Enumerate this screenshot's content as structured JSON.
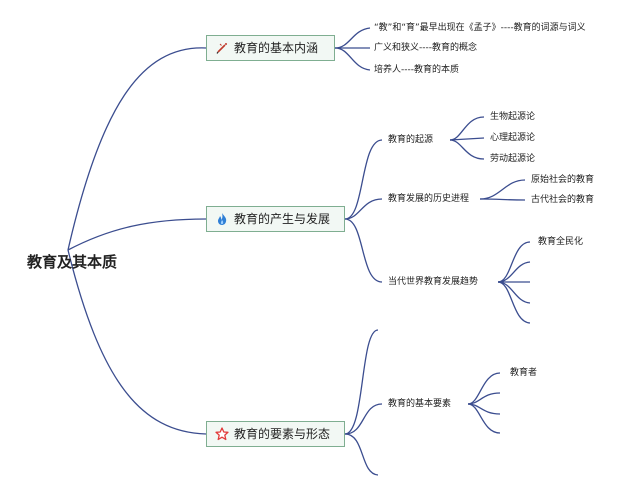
{
  "root": {
    "label": "教育及其本质"
  },
  "branches": [
    {
      "label": "教育的基本内涵",
      "icon": "pencil-icon",
      "children": [
        "“教”和“育”最早出现在《孟子》----教育的词源与词义",
        "广义和狭义----教育的概念",
        "培养人----教育的本质"
      ]
    },
    {
      "label": "教育的产生与发展",
      "icon": "fire-icon",
      "children": [
        {
          "label": "教育的起源",
          "children": [
            "生物起源论",
            "心理起源论",
            "劳动起源论"
          ]
        },
        {
          "label": "教育发展的历史进程",
          "children": [
            "原始社会的教育",
            "古代社会的教育"
          ]
        },
        {
          "label": "当代世界教育发展趋势",
          "children": [
            "教育全民化"
          ]
        }
      ]
    },
    {
      "label": "教育的要素与形态",
      "icon": "star-icon",
      "children": [
        {
          "label": "教育的基本要素",
          "children": [
            "教育者"
          ]
        }
      ]
    }
  ],
  "colors": {
    "line": "#3b4d8f",
    "topic_border": "#7fae91",
    "topic_fill": "#f2f8f4"
  }
}
